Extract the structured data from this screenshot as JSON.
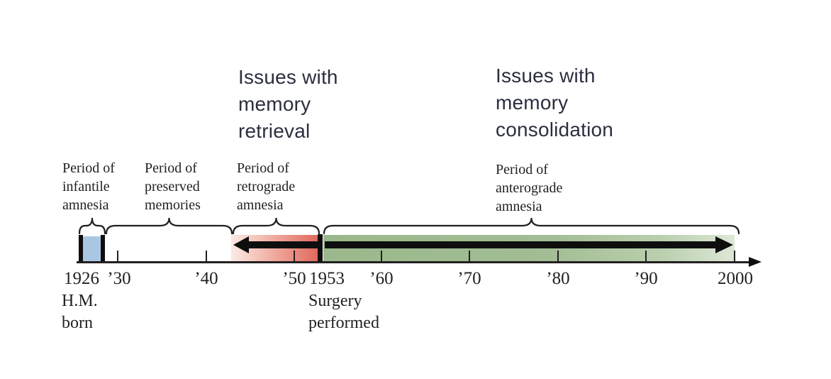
{
  "figure": {
    "description": "Timeline of patient H.M.'s memory periods (1926-2000)",
    "headers": {
      "retrieval": "Issues with\nmemory\nretrieval",
      "consolidation": "Issues with\nmemory\nconsolidation"
    },
    "periods": [
      {
        "id": "infantile",
        "label": "Period of\ninfantile\namnesia",
        "start_year": 1926,
        "end_year": 1929,
        "color": "#a9c7e2"
      },
      {
        "id": "preserved",
        "label": "Period of\npreserved\nmemories",
        "start_year": 1929,
        "end_year": 1943,
        "color": "#ffffff"
      },
      {
        "id": "retrograde",
        "label": "Period of\nretrograde\namnesia",
        "start_year": 1943,
        "end_year": 1953,
        "color_start": "#fbeae5",
        "color_end": "#e0685d",
        "arrow_direction": "left"
      },
      {
        "id": "anterograde",
        "label": "Period of\nanterograde\namnesia",
        "start_year": 1953,
        "end_year": 2000,
        "color_start": "#9bb88c",
        "color_end": "#dde7d6",
        "arrow_direction": "right"
      }
    ],
    "axis": {
      "start_year": 1926,
      "end_year": 2000,
      "ticks": [
        {
          "label": "1926",
          "year": 1926
        },
        {
          "label": "’30",
          "year": 1930
        },
        {
          "label": "’40",
          "year": 1940
        },
        {
          "label": "’50",
          "year": 1950
        },
        {
          "label": "1953",
          "year": 1953
        },
        {
          "label": "’60",
          "year": 1960
        },
        {
          "label": "’70",
          "year": 1970
        },
        {
          "label": "’80",
          "year": 1980
        },
        {
          "label": "’90",
          "year": 1990
        },
        {
          "label": "2000",
          "year": 2000
        }
      ]
    },
    "events": [
      {
        "id": "born",
        "label": "H.M.\nborn",
        "year": 1926
      },
      {
        "id": "surgery",
        "label": "Surgery\nperformed",
        "year": 1953
      }
    ],
    "colors": {
      "text": "#231f20",
      "header_text": "#2b2f3e",
      "black_marks": "#0e0e0e",
      "infantile_blue": "#a9c7e2",
      "retrograde_red_light": "#fbeae5",
      "retrograde_red_dark": "#e0685d",
      "anterograde_green_dark": "#9bb88c",
      "anterograde_green_light": "#dde7d6"
    }
  }
}
